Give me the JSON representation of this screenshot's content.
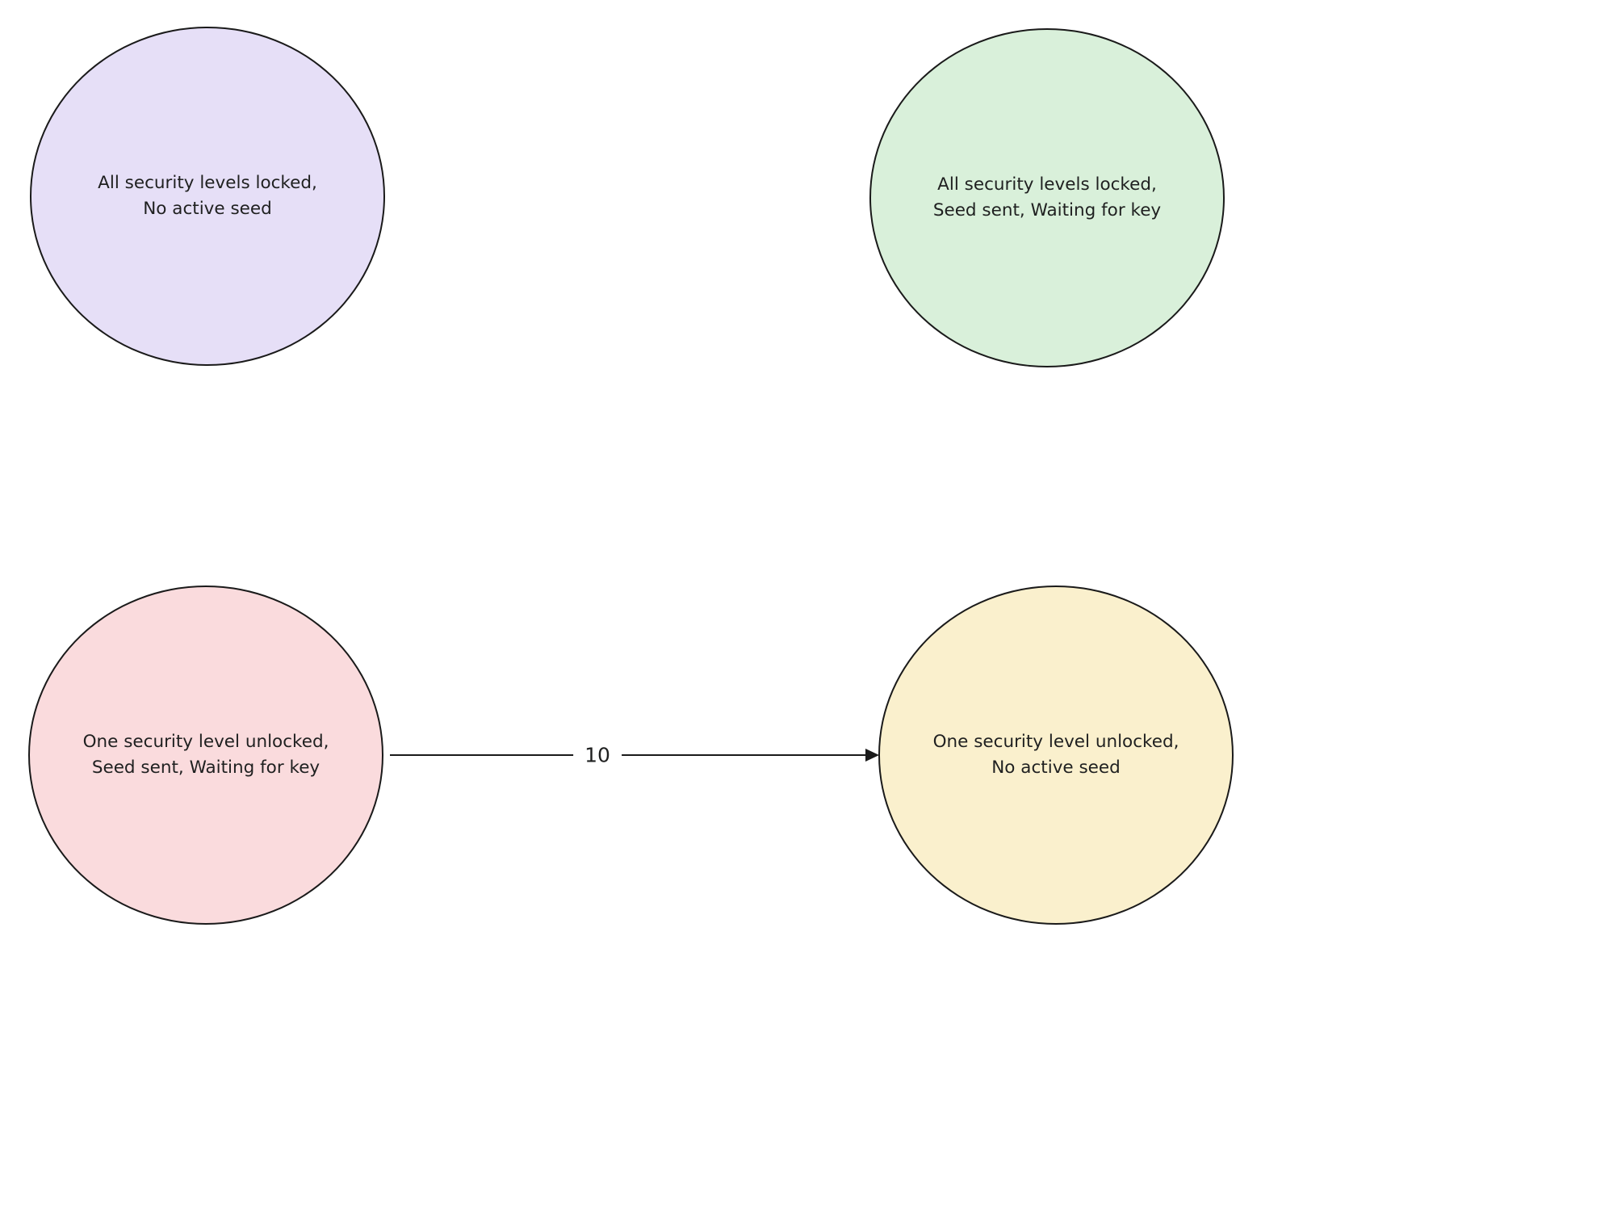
{
  "diagram": {
    "type": "state-diagram",
    "nodes": [
      {
        "id": "all-locked-no-seed",
        "line1": "All security levels locked,",
        "line2": "No active seed",
        "fill": "#e6dff7",
        "border": "#1a1a1a"
      },
      {
        "id": "all-locked-seed-sent",
        "line1": "All security levels locked,",
        "line2": "Seed sent, Waiting for key",
        "fill": "#d9f0da",
        "border": "#1a1a1a"
      },
      {
        "id": "one-unlocked-seed-sent",
        "line1": "One security level unlocked,",
        "line2": "Seed sent, Waiting for key",
        "fill": "#fadbdd",
        "border": "#1a1a1a"
      },
      {
        "id": "one-unlocked-no-seed",
        "line1": "One security level unlocked,",
        "line2": "No active seed",
        "fill": "#faf0cd",
        "border": "#1a1a1a"
      }
    ],
    "edges": [
      {
        "label": "10",
        "from": "one-unlocked-seed-sent",
        "to": "one-unlocked-no-seed"
      }
    ]
  }
}
